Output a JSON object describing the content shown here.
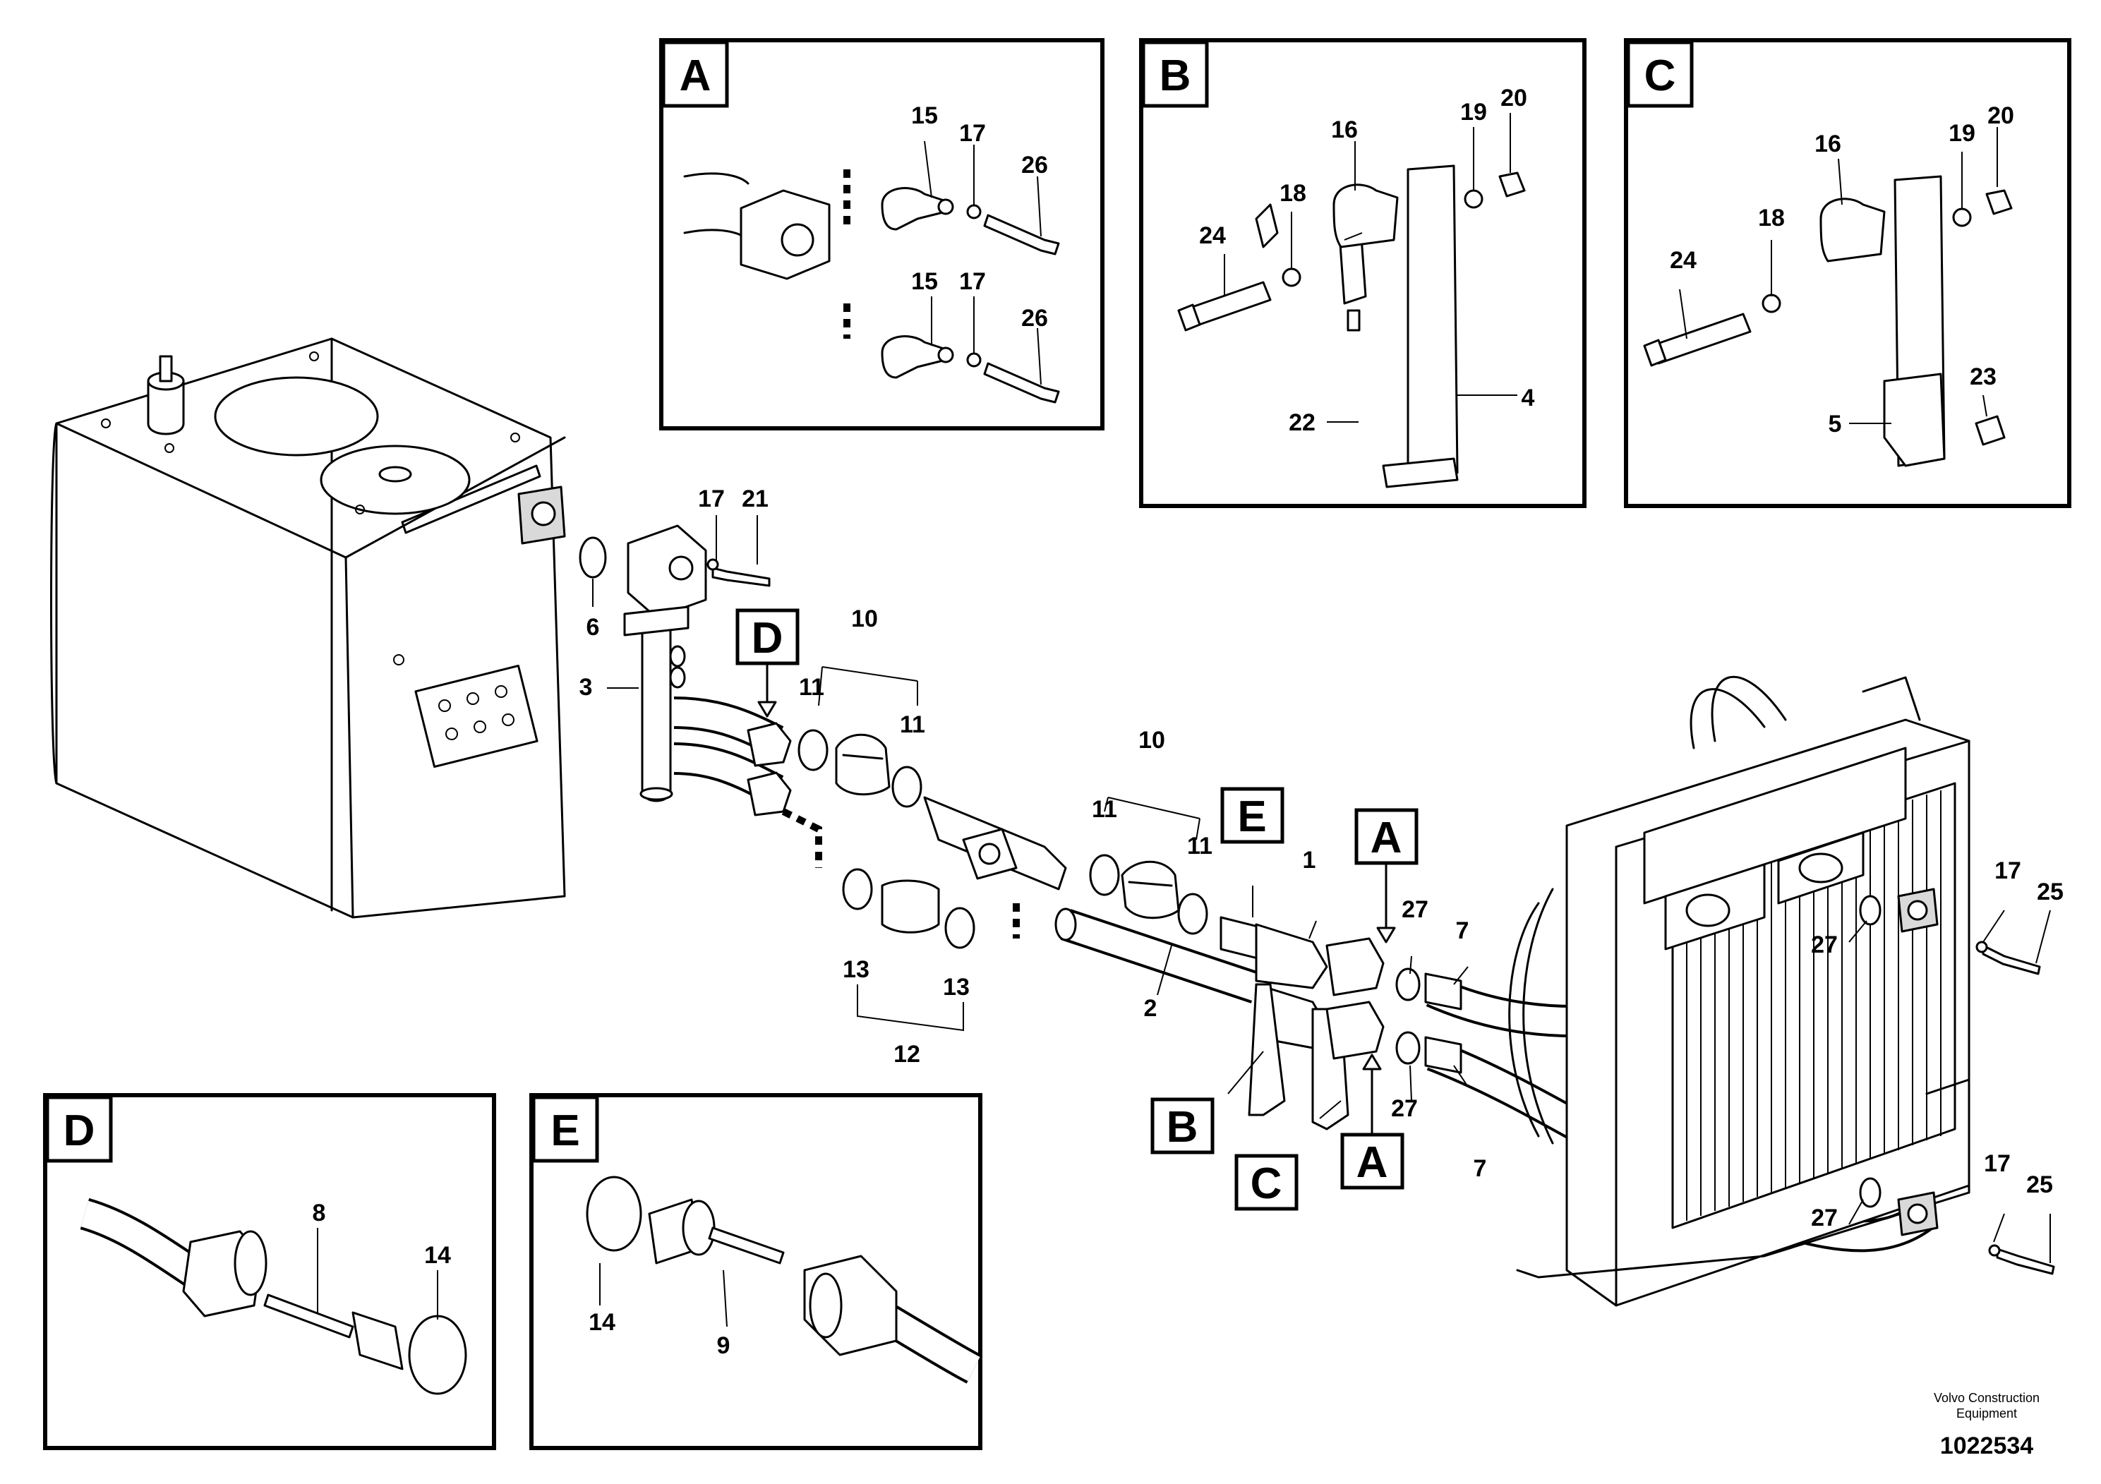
{
  "callouts": {
    "a": {
      "letter": "A",
      "n15a": "15",
      "n17a": "17",
      "n26a": "26",
      "n15b": "15",
      "n17b": "17",
      "n26b": "26"
    },
    "b": {
      "letter": "B",
      "n16": "16",
      "n18": "18",
      "n19": "19",
      "n20": "20",
      "n24": "24",
      "n22": "22",
      "n4": "4"
    },
    "c": {
      "letter": "C",
      "n16": "16",
      "n18": "18",
      "n19": "19",
      "n20": "20",
      "n24": "24",
      "n23": "23",
      "n5": "5"
    },
    "d": {
      "letter": "D",
      "n8": "8",
      "n14": "14"
    },
    "e": {
      "letter": "E",
      "n14": "14",
      "n9": "9"
    }
  },
  "main": {
    "markers": {
      "d": "D",
      "e": "E",
      "a_top": "A",
      "b": "B",
      "c": "C",
      "a_bottom": "A"
    },
    "parts": {
      "p17_top": "17",
      "p21": "21",
      "p6": "6",
      "p3": "3",
      "p10_left": "10",
      "p11_a": "11",
      "p11_b": "11",
      "p10_right": "10",
      "p11_c": "11",
      "p11_d": "11",
      "p13_a": "13",
      "p13_b": "13",
      "p12": "12",
      "p1": "1",
      "p2": "2",
      "p27_a": "27",
      "p27_b": "27",
      "p27_c": "27",
      "p27_d": "27",
      "p7_top": "7",
      "p7_bottom": "7",
      "p17_r1": "17",
      "p25_r1": "25",
      "p17_r2": "17",
      "p25_r2": "25"
    }
  },
  "footer": {
    "company_line1": "Volvo Construction",
    "company_line2": "Equipment",
    "drawing_number": "1022534"
  }
}
